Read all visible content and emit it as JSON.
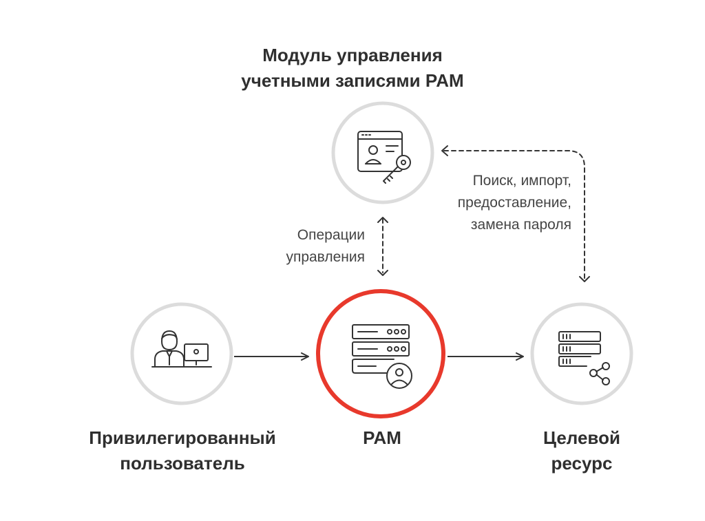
{
  "nodes": {
    "module": {
      "title_line1": "Модуль управления",
      "title_line2": "учетными записями PAM",
      "icon": "user-card-key-icon"
    },
    "user": {
      "title_line1": "Привилегированный",
      "title_line2": "пользователь",
      "icon": "user-at-computer-icon"
    },
    "pam": {
      "title": "PAM",
      "icon": "server-with-user-icon"
    },
    "target": {
      "title_line1": "Целевой",
      "title_line2": "ресурс",
      "icon": "server-share-icon"
    }
  },
  "edges": {
    "ops": {
      "line1": "Операции",
      "line2": "управления"
    },
    "search": {
      "line1": "Поиск, импорт,",
      "line2": "предоставление,",
      "line3": "замена пароля"
    }
  },
  "colors": {
    "accent": "#e8392c",
    "ring": "#dcdcdc",
    "icon": "#333333",
    "line": "#333333",
    "background": "#ffffff"
  }
}
